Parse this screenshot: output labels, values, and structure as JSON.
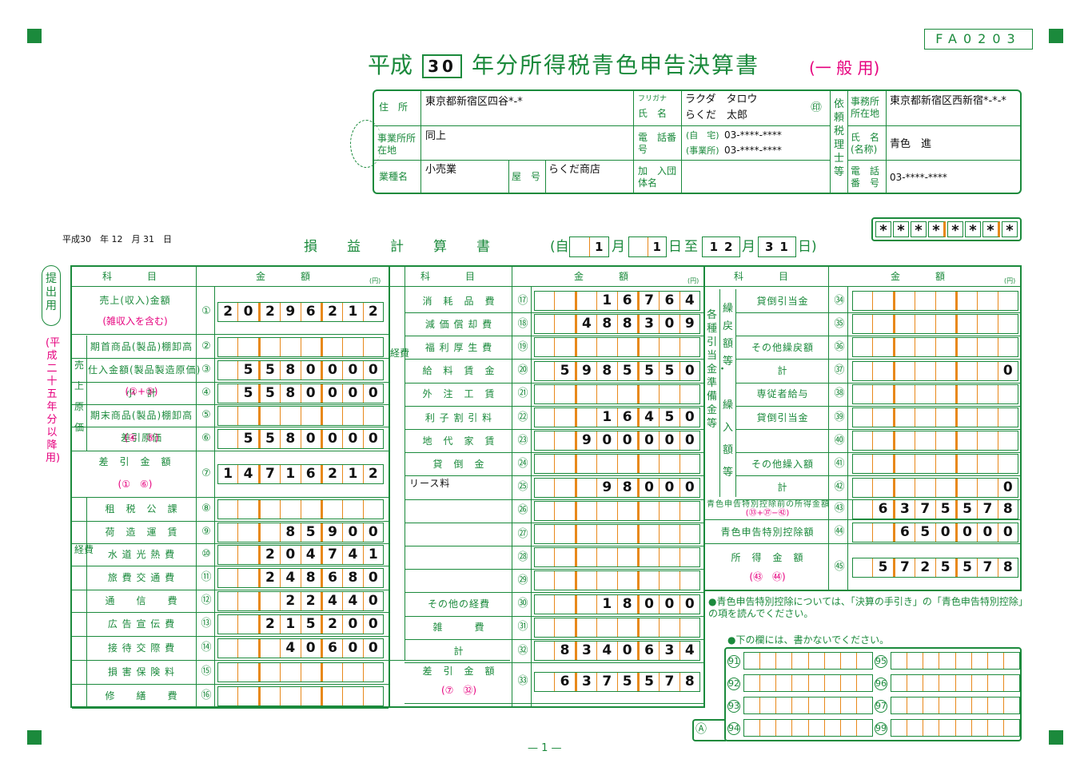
{
  "form_id": "FA0203",
  "title": {
    "prefix": "平成",
    "year": "30",
    "main": "年分所得税青色申告決算書",
    "type": "(一 般 用)"
  },
  "header": {
    "address_label": "住　所",
    "address": "東京都新宿区四谷*-*",
    "furigana_label": "フリガナ",
    "name_label": "氏　名",
    "name_kana": "ラクダ　タロウ",
    "name": "らくだ　太郎",
    "seal": "㊞",
    "office_label": "事業所所在地",
    "office": "同上",
    "phone_label": "電　話番　号",
    "phone_home_label": "(自　宅)",
    "phone_home": "03-****-****",
    "phone_office_label": "(事業所)",
    "phone_office": "03-****-****",
    "business_label": "業種名",
    "business": "小売業",
    "shop_label": "屋　号",
    "shop": "らくだ商店",
    "group_label": "加　入団体名",
    "agent_label": "依頼税理士等",
    "agent_office_label": "事務所所在地",
    "agent_office": "東京都新宿区西新宿*-*-*",
    "agent_name_label": "氏　名(名称)",
    "agent_name": "青色　進",
    "agent_phone_label": "電　話番　号",
    "agent_phone": "03-****-****"
  },
  "asterisks": [
    "*",
    "*",
    "*",
    "*",
    "*",
    "*",
    "*",
    "*"
  ],
  "date_note": "平成30　年 12　月 31　日",
  "statement": {
    "title": "損　益　計　算　書",
    "from_label": "(自",
    "month1": "1",
    "mlabel": "月",
    "day1": "1",
    "dlabel": "日",
    "to_label": "至",
    "month2": "12",
    "day2": "31",
    "end": "日)"
  },
  "side": {
    "submit": "提出用",
    "period": "(平成二十五年分以降用)"
  },
  "col_headers": {
    "item": "科　　　目",
    "amount": "金　　　額",
    "yen": "(円)"
  },
  "sales_cost_label": "売上原価",
  "expense_label": "経費",
  "expense_label2": "経費",
  "rows_left": [
    {
      "label": "売上(収入)金額",
      "sub": "(雑収入を含む)",
      "num": "①",
      "value": "20296212"
    },
    {
      "label": "期首商品(製品)棚卸高",
      "num": "②",
      "value": ""
    },
    {
      "label": "仕入金額(製品製造原価)",
      "num": "③",
      "value": "5580000"
    },
    {
      "label": "小　計",
      "sub": "(②+③)",
      "num": "④",
      "value": "5580000"
    },
    {
      "label": "期末商品(製品)棚卸高",
      "num": "⑤",
      "value": ""
    },
    {
      "label": "差引原価",
      "sub": "(④　⑤)",
      "num": "⑥",
      "value": "5580000"
    },
    {
      "label": "差　引　金　額",
      "sub": "(①　⑥)",
      "num": "⑦",
      "value": "14716212"
    },
    {
      "label": "租　税　公　課",
      "num": "⑧",
      "value": ""
    },
    {
      "label": "荷　造　運　賃",
      "num": "⑨",
      "value": "85900"
    },
    {
      "label": "水 道 光 熱 費",
      "num": "⑩",
      "value": "204741"
    },
    {
      "label": "旅 費 交 通 費",
      "num": "⑪",
      "value": "248680"
    },
    {
      "label": "通　　信　　費",
      "num": "⑫",
      "value": "22440"
    },
    {
      "label": "広 告 宣 伝 費",
      "num": "⑬",
      "value": "215200"
    },
    {
      "label": "接 待 交 際 費",
      "num": "⑭",
      "value": "40600"
    },
    {
      "label": "損 害 保 険 料",
      "num": "⑮",
      "value": ""
    },
    {
      "label": "修　　繕　　費",
      "num": "⑯",
      "value": ""
    }
  ],
  "rows_mid": [
    {
      "label": "消　耗　品　費",
      "num": "⑰",
      "value": "16764"
    },
    {
      "label": "減 価 償 却 費",
      "num": "⑱",
      "value": "488309"
    },
    {
      "label": "福 利 厚 生 費",
      "num": "⑲",
      "value": ""
    },
    {
      "label": "給　料　賃　金",
      "num": "⑳",
      "value": "5985550"
    },
    {
      "label": "外　注　工　賃",
      "num": "㉑",
      "value": ""
    },
    {
      "label": "利 子 割 引 料",
      "num": "㉒",
      "value": "16450"
    },
    {
      "label": "地　代　家　賃",
      "num": "㉓",
      "value": "900000"
    },
    {
      "label": "貸　倒　金",
      "num": "㉔",
      "value": ""
    },
    {
      "label": "リース料",
      "num": "㉕",
      "value": "98000"
    },
    {
      "label": "",
      "num": "㉖",
      "value": ""
    },
    {
      "label": "",
      "num": "㉗",
      "value": ""
    },
    {
      "label": "",
      "num": "㉘",
      "value": ""
    },
    {
      "label": "",
      "num": "㉙",
      "value": ""
    },
    {
      "label": "その他の経費",
      "num": "㉚",
      "value": "18000"
    },
    {
      "label": "雑　　　費",
      "num": "㉛",
      "value": ""
    },
    {
      "label": "計",
      "num": "㉜",
      "value": "8340634"
    },
    {
      "label": "差　引　金　額",
      "sub": "(⑦　㉜)",
      "num": "㉝",
      "value": "6375578"
    }
  ],
  "right_groups": {
    "main": "各種引当金・準備金等",
    "reversal": "繰戻額等",
    "transfer": "繰入額等"
  },
  "rows_right": [
    {
      "label": "貸倒引当金",
      "num": "㉞",
      "value": ""
    },
    {
      "label": "",
      "num": "㉟",
      "value": ""
    },
    {
      "label": "その他繰戻額",
      "num": "㊱",
      "value": ""
    },
    {
      "label": "計",
      "num": "㊲",
      "value": "0"
    },
    {
      "label": "専従者給与",
      "num": "㊳",
      "value": ""
    },
    {
      "label": "貸倒引当金",
      "num": "㊴",
      "value": ""
    },
    {
      "label": "",
      "num": "㊵",
      "value": ""
    },
    {
      "label": "その他繰入額",
      "num": "㊶",
      "value": ""
    },
    {
      "label": "計",
      "num": "㊷",
      "value": "0"
    },
    {
      "label": "青色申告特別控除前の所得金額",
      "sub": "(㉝+㊲−㊷)",
      "num": "㊸",
      "value": "6375578"
    },
    {
      "label": "青色申告特別控除額",
      "num": "㊹",
      "value": "650000"
    },
    {
      "label": "所　得　金　額",
      "sub": "(㊸　㊹)",
      "num": "㊺",
      "value": "5725578"
    }
  ],
  "note1": "●青色申告特別控除については、「決算の手引き」の「青色申告特別控除」の項を読んでください。",
  "note2": "●下の欄には、書かないでください。",
  "box_nums": [
    "91",
    "92",
    "93",
    "94",
    "95",
    "96",
    "97",
    "99"
  ],
  "box_a": "Ⓐ",
  "page": "— 1 —",
  "colors": {
    "green": "#1b8a3c",
    "orange": "#e8891b",
    "pink": "#e6007e"
  }
}
